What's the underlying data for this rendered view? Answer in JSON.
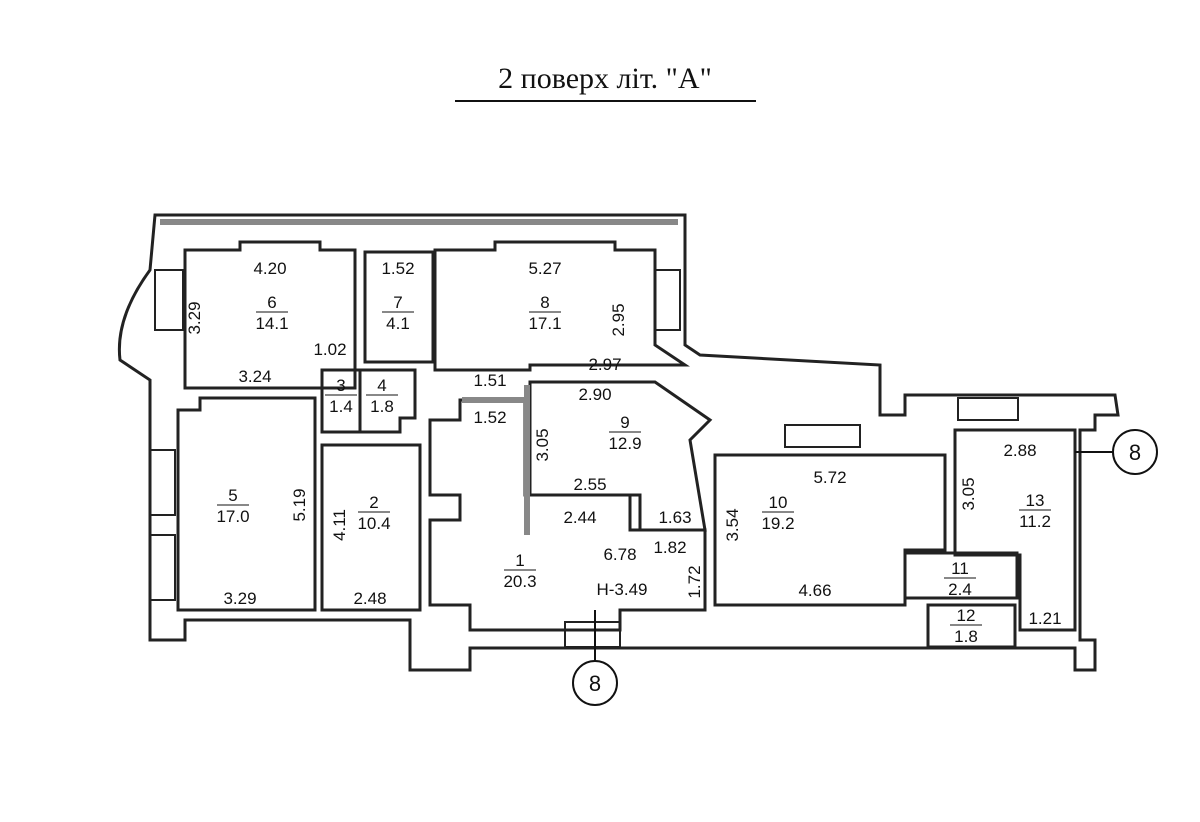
{
  "title": "2 поверх літ. \"А\"",
  "axis_markers": [
    "8",
    "8"
  ],
  "rooms": [
    {
      "number": "1",
      "area": "20.3"
    },
    {
      "number": "2",
      "area": "10.4"
    },
    {
      "number": "3",
      "area": "1.4"
    },
    {
      "number": "4",
      "area": "1.8"
    },
    {
      "number": "5",
      "area": "17.0"
    },
    {
      "number": "6",
      "area": "14.1"
    },
    {
      "number": "7",
      "area": "4.1"
    },
    {
      "number": "8",
      "area": "17.1"
    },
    {
      "number": "9",
      "area": "12.9"
    },
    {
      "number": "10",
      "area": "19.2"
    },
    {
      "number": "11",
      "area": "2.4"
    },
    {
      "number": "12",
      "area": "1.8"
    },
    {
      "number": "13",
      "area": "11.2"
    }
  ],
  "dimensions": [
    "4.20",
    "3.29",
    "1.02",
    "3.24",
    "1.52",
    "5.27",
    "2.95",
    "2.97",
    "2.90",
    "1.51",
    "1.52",
    "3.05",
    "5.19",
    "4.11",
    "3.29",
    "2.48",
    "2.55",
    "2.44",
    "1.63",
    "1.82",
    "6.78",
    "1.72",
    "3.54",
    "5.72",
    "4.66",
    "3.05",
    "2.88",
    "1.21"
  ],
  "height_note": "Н-3.49"
}
